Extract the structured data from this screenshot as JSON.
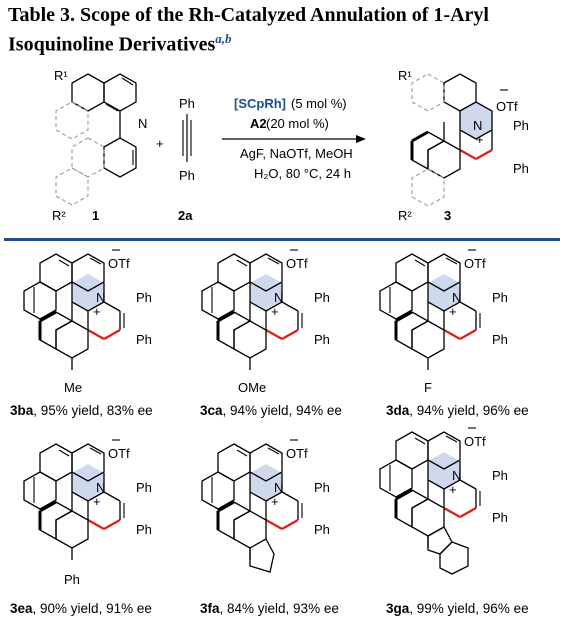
{
  "title": {
    "main": "Table 3. Scope of the Rh-Catalyzed Annulation of 1-Aryl Isoquinoline Derivatives",
    "footnote_marks": "a,b"
  },
  "scheme": {
    "reagent_ph_top": "Ph",
    "reagent_ph_bottom": "Ph",
    "plus": "+",
    "catalyst": "[SCpRh]",
    "catalyst_load": " (5 mol %)",
    "additive": "A2",
    "additive_load": " (20 mol %)",
    "conditions_1": "AgF, NaOTf, MeOH",
    "conditions_2": "H₂O, 80 °C, 24 h",
    "sm_r1": "R¹",
    "sm_r2": "R²",
    "sm_n": "N",
    "sm_label": "1",
    "alkyne_label": "2a",
    "prod_r1": "R¹",
    "prod_r2": "R²",
    "prod_label": "3",
    "prod_otf": "OTf",
    "prod_n": "N",
    "prod_plus": "+",
    "prod_ph1": "Ph",
    "prod_ph2": "Ph"
  },
  "products": [
    {
      "id": "3ba",
      "caption": ", 95% yield, 83% ee",
      "substituent": "Me"
    },
    {
      "id": "3ca",
      "caption": ", 94% yield, 94% ee",
      "substituent": "OMe"
    },
    {
      "id": "3da",
      "caption": ", 94% yield, 96% ee",
      "substituent": "F"
    },
    {
      "id": "3ea",
      "caption": ", 90% yield, 91% ee",
      "substituent": "Ph"
    },
    {
      "id": "3fa",
      "caption": ", 84% yield, 93% ee",
      "substituent": ""
    },
    {
      "id": "3ga",
      "caption": ", 99% yield, 96% ee",
      "substituent": ""
    }
  ],
  "common": {
    "otf": "OTf",
    "n": "N",
    "plus": "+",
    "ph": "Ph"
  },
  "colors": {
    "accent": "#1f4e8c",
    "new_bond": "#e0201a",
    "pyridinium": "#cfd9ee"
  }
}
